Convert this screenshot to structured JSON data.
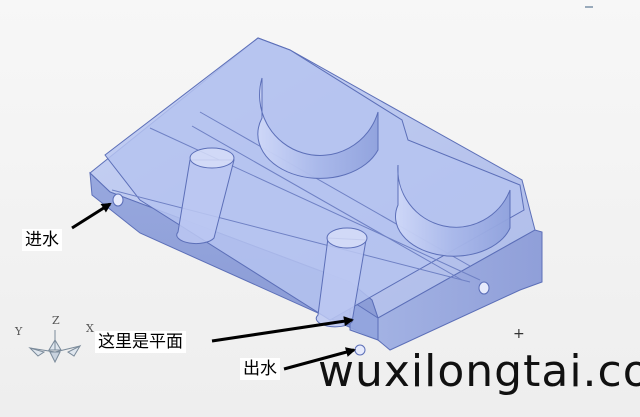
{
  "callouts": {
    "water_inlet": "进水",
    "flat_surface": "这里是平面",
    "water_outlet": "出水"
  },
  "axes": {
    "x": "X",
    "y": "Y",
    "z": "Z"
  },
  "watermark": "wuxilongtai.com",
  "colors": {
    "body_fill": "#a9b8ea",
    "body_edge": "#5c6fb8",
    "arrow": "#000000"
  },
  "icons": {
    "cursor": "crosshair-cursor-icon",
    "triad": "coordinate-triad-icon"
  }
}
